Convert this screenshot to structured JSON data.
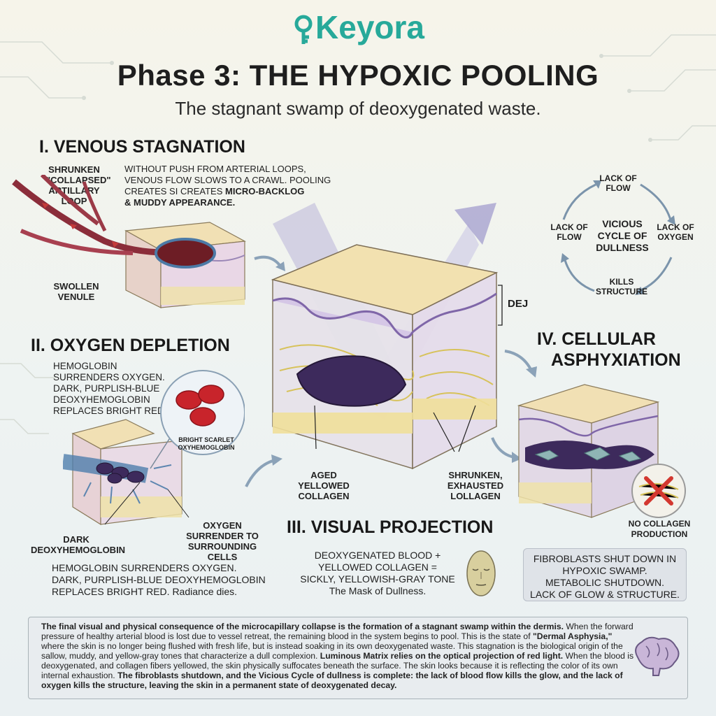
{
  "brand": {
    "logo_text": "Keyora"
  },
  "header": {
    "title": "Phase 3: THE HYPOXIC POOLING",
    "subtitle": "The stagnant swamp of deoxygenated waste."
  },
  "section1": {
    "heading": "I. VENOUS STAGNATION",
    "label_loop": [
      "SHRUNKEN",
      "\"COLLAPSED\"",
      "ARTILLARY",
      "LOOP"
    ],
    "label_venule": [
      "SWOLLEN",
      "VENULE"
    ],
    "desc_lines": [
      "WITHOUT PUSH FROM ARTERIAL LOOPS,",
      "VENOUS FLOW SLOWS TO A CRAWL. POOLING"
    ],
    "desc_line3_plain": "CREATES SI CREATES ",
    "desc_line3_bold": "MICRO-BACKLOG",
    "desc_line4_bold": "& MUDDY APPEARANCE."
  },
  "cycle": {
    "center": [
      "VICIOUS",
      "CYCLE OF",
      "DULLNESS"
    ],
    "top": [
      "LACK OF",
      "FLOW"
    ],
    "left": [
      "LACK OF",
      "FLOW"
    ],
    "right": [
      "LACK OF",
      "OXYGEN"
    ],
    "bottom": [
      "KILLS",
      "STRUCTURE"
    ]
  },
  "section2": {
    "heading": "II. OXYGEN DEPLETION",
    "desc_lines": [
      "HEMOGLOBIN SURRENDERS OXYGEN.",
      "DARK, PURPLISH-BLUE",
      "DEOXYHEMOGLOBIN",
      "REPLACES BRIGHT RED."
    ],
    "inset_label": [
      "BRIGHT SCARLET",
      "OXYHEMOGLOBIN"
    ],
    "label_dark": [
      "DARK",
      "DEOXYHEMOGLOBIN"
    ],
    "label_oxygen": [
      "OXYGEN",
      "SURRENDER TO",
      "SURROUNDING CELLS"
    ],
    "bottom_lines": [
      "HEMOGLOBIN SURRENDERS OXYGEN.",
      "DARK, PURPLISH-BLUE DEOXYHEMOGLOBIN"
    ],
    "bottom_line3": "REPLACES BRIGHT RED. Radiance dies."
  },
  "center": {
    "dej_label": "DEJ",
    "label_aged": [
      "AGED",
      "YELLOWED",
      "COLLAGEN"
    ],
    "label_shrunken": [
      "SHRUNKEN,",
      "EXHAUSTED",
      "LOLLAGEN"
    ]
  },
  "section3": {
    "heading": "III. VISUAL PROJECTION",
    "lines": [
      "DEOXYGENATED BLOOD +",
      "YELLOWED COLLAGEN =",
      "SICKLY, YELLOWISH-GRAY TONE",
      "The Mask of Dullness."
    ]
  },
  "section4": {
    "heading": [
      "IV. CELLULAR",
      "ASPHYXIATION"
    ],
    "no_collagen": [
      "NO COLLAGEN",
      "PRODUCTION"
    ],
    "box_lines": [
      "FIBROBLASTS SHUT DOWN IN",
      "HYPOXIC SWAMP.",
      "METABOLIC SHUTDOWN.",
      "LACK OF GLOW & STRUCTURE."
    ]
  },
  "footer": {
    "b1": "The final visual and physical consequence of the microcapillary collapse is the formation of a stagnant swamp within the dermis.",
    "p1": " When the forward pressure of healthy arterial blood is lost due to vessel retreat, the remaining blood in the system begins to pool. This is the state of ",
    "b2": "\"Dermal Asphysia,\"",
    "p2": " where the skin is no longer being flushed with fresh life, but is instead soaking in its own deoxygenated waste. This stagnation is the biological origin of the sallow, muddy, and yellow-gray tones that characterize a dull complexion. ",
    "b3": "Luminous Matrix relies on the optical projection of red light.",
    "p3": " When the blood is deoxygenated, and collagen fibers yellowed, the skin physically suffocates beneath the surface. The skin looks because it is reflecting the color of its own internal exhaustion. ",
    "b4": "The fibroblasts shutdown, and the Vicious Cycle of dullness is complete: the lack of blood flow kills the glow, and the lack of oxygen kills the structure, leaving the skin in a permanent state of deoxygenated decay."
  },
  "colors": {
    "brand": "#27a99a",
    "blood_dark": "#3d2a5c",
    "blood_red": "#c8242b",
    "collagen": "#e6d36a"
  }
}
